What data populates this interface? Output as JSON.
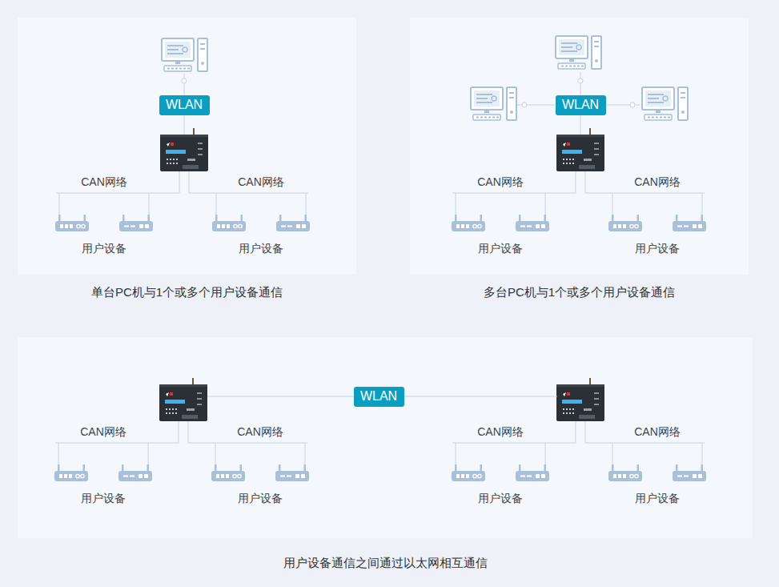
{
  "diagram": {
    "nodes": [
      {
        "text": [
          "单台PC机与1个或多个用户设备通信"
        ]
      },
      {
        "text": [
          "WLAN"
        ],
        "in": 0
      },
      {
        "text": [
          "多台PC机与1个或多个用户设备通信"
        ]
      },
      {
        "text": [
          "WLAN"
        ],
        "in": 2
      },
      {
        "text": [
          "用户设备通信之间通过以太网相互通信"
        ]
      },
      {
        "text": [
          "WLAN"
        ],
        "in": 4
      }
    ],
    "labels": [
      "CAN网络",
      "CAN网络",
      "用户设备",
      "用户设备",
      "CAN网络",
      "CAN网络",
      "用户设备",
      "用户设备",
      "CAN网络",
      "CAN网络",
      "用户设备",
      "用户设备",
      "CAN网络",
      "CAN网络",
      "用户设备",
      "用户设备"
    ]
  }
}
